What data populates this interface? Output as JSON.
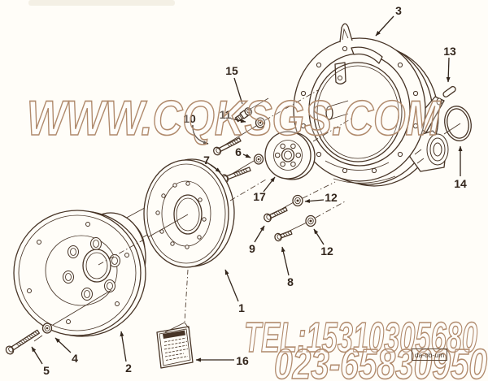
{
  "diagram": {
    "background": "#fffdf8",
    "ink_color": "#473426",
    "watermark_color": "#b08a6c",
    "watermark_site": "WWW.CQKSGS.COM",
    "watermark_tel_line1": "TEL:15310305680",
    "watermark_tel_line2": "023-65830950",
    "stamp_code": "da-ob-um",
    "callouts": [
      "1",
      "2",
      "3",
      "4",
      "5",
      "6",
      "7",
      "8",
      "9",
      "10",
      "11",
      "12",
      "12",
      "13",
      "14",
      "15",
      "16",
      "17"
    ]
  }
}
